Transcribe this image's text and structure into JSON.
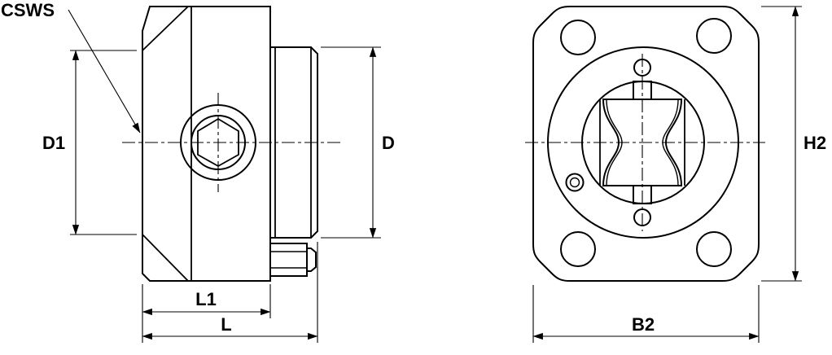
{
  "drawing": {
    "callout": {
      "csws": "CSWS"
    },
    "dimensions": {
      "d1": "D1",
      "d": "D",
      "l1": "L1",
      "l": "L",
      "h2": "H2",
      "b2": "B2"
    },
    "colors": {
      "background": "#ffffff",
      "part_fill": "#d8d8d8",
      "bore_fill": "#ffffff",
      "line_color": "#000000"
    }
  }
}
